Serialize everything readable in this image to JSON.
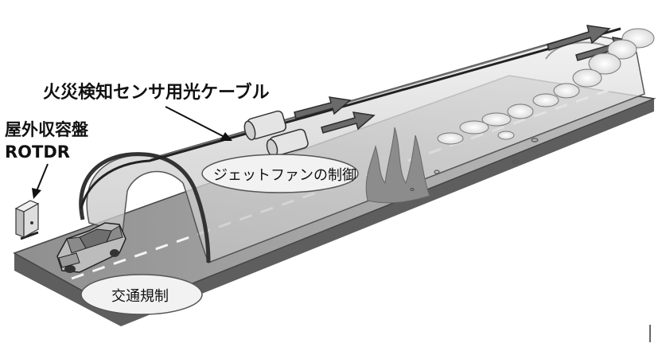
{
  "labels": {
    "cable": "火災検知センサ用光ケーブル",
    "panel_line1": "屋外収容盤",
    "panel_line2": "ROTDR",
    "jet_fan_control": "ジェットファンの制御",
    "traffic_control": "交通規制"
  },
  "colors": {
    "tunnel_fill": "#d6d6d6",
    "road_fill": "#9a9a9a",
    "cable": "#2a2a2a",
    "arrow": "#6a6a6a",
    "fire": "#8c8c8c",
    "bubble": "#f2f2f2"
  }
}
